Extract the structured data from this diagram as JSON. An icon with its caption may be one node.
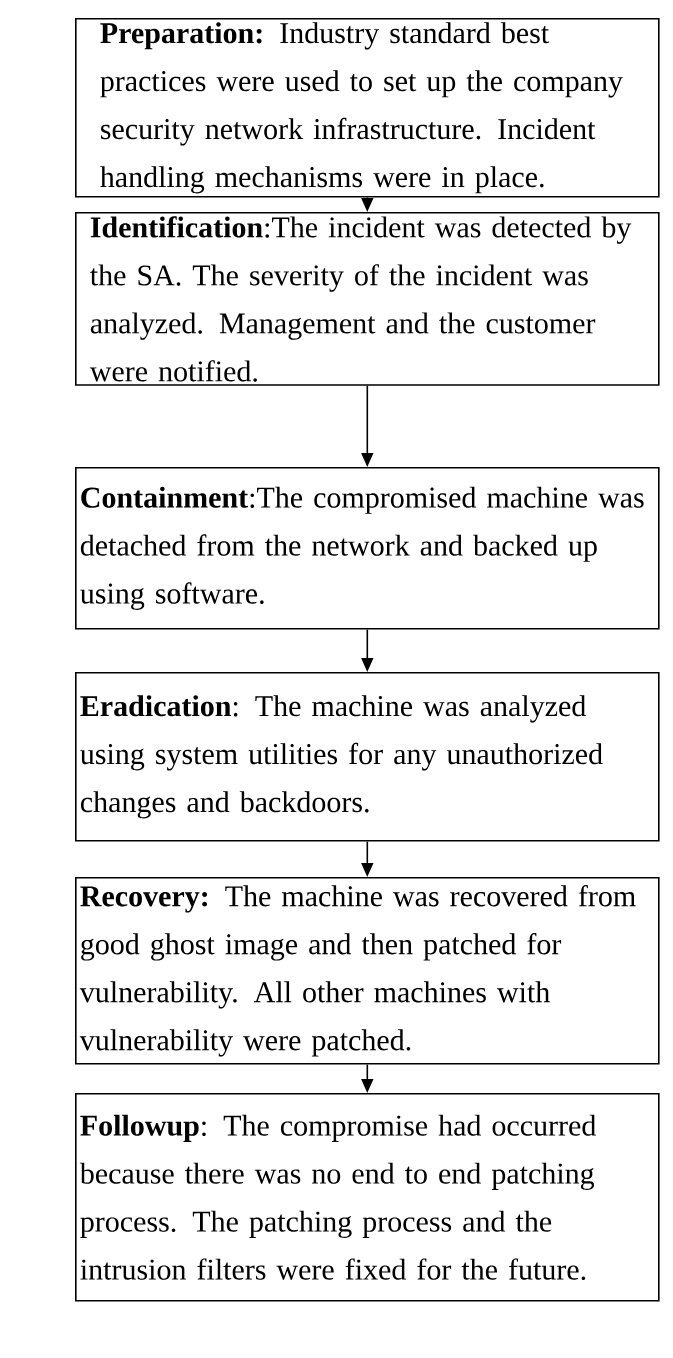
{
  "diagram": {
    "nodes": [
      {
        "text": [
          "**Preparation:** Industry standard best practices were used to set up the company security network infrastructure. Incident handling mechanisms were in place."
        ]
      },
      {
        "text": [
          "**Identification**:The incident was detected by the SA. The severity of the incident was analyzed. Management and the customer were notified."
        ]
      },
      {
        "text": [
          "**Containment**:The compromised machine was detached from the network and backed up using software."
        ]
      },
      {
        "text": [
          "**Eradication**: The machine was analyzed using system utilities for any unauthorized changes and backdoors."
        ]
      },
      {
        "text": [
          "**Recovery:** The machine was recovered from good ghost image and then patched for vulnerability. All other machines with vulnerability were patched."
        ]
      },
      {
        "text": [
          "**Followup**: The compromise had occurred because there was no end to end patching process. The patching process and the intrusion filters were fixed for the future."
        ]
      }
    ],
    "edges": [
      {
        "from": 0,
        "to": 1,
        "arrow": "to"
      },
      {
        "from": 1,
        "to": 2,
        "arrow": "to"
      },
      {
        "from": 2,
        "to": 3,
        "arrow": "to"
      },
      {
        "from": 3,
        "to": 4,
        "arrow": "to"
      },
      {
        "from": 4,
        "to": 5,
        "arrow": "to"
      }
    ]
  }
}
